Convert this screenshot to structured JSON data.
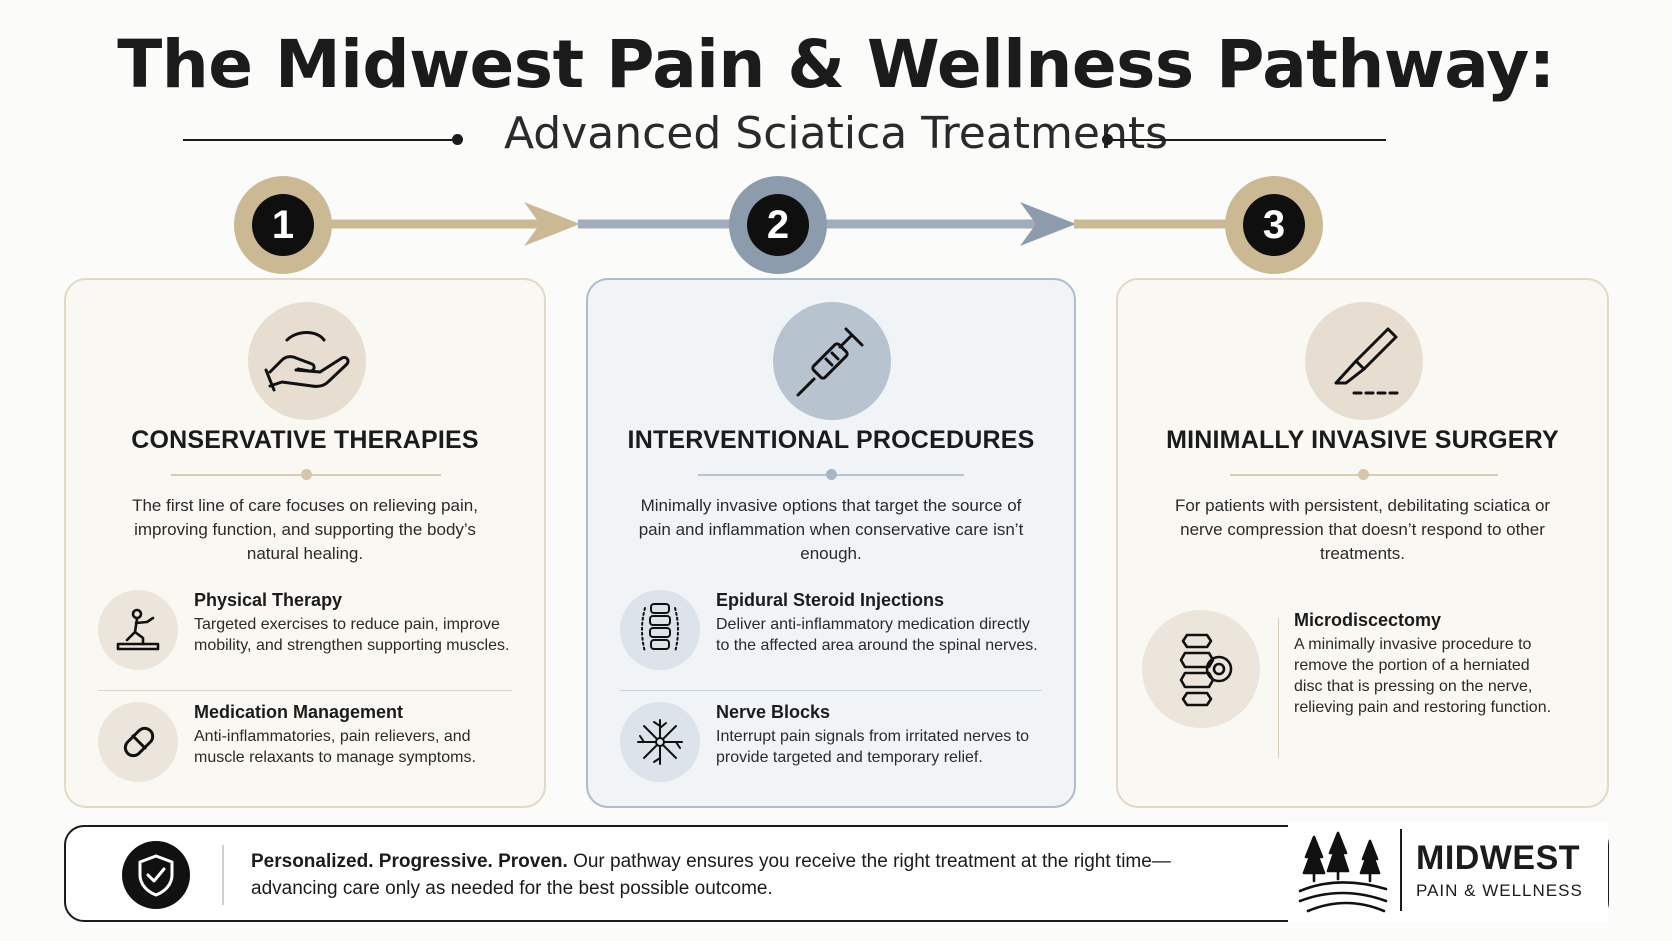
{
  "header": {
    "title": "The Midwest Pain & Wellness Pathway:",
    "subtitle": "Advanced Sciatica Treatments"
  },
  "colors": {
    "tan": "#cbb994",
    "slate": "#8c9cad",
    "dark": "#111111"
  },
  "steps": [
    {
      "number": "1",
      "icon": "open-hand-icon",
      "title": "CONSERVATIVE THERAPIES",
      "description": "The first line of care focuses on relieving pain, improving function, and supporting the body’s natural healing.",
      "items": [
        {
          "icon": "physical-therapy-icon",
          "title": "Physical Therapy",
          "text": "Targeted exercises to reduce pain, improve mobility, and strengthen supporting muscles."
        },
        {
          "icon": "pill-capsule-icon",
          "title": "Medication Management",
          "text": "Anti-inflammatories, pain relievers, and muscle relaxants to manage symptoms."
        }
      ]
    },
    {
      "number": "2",
      "icon": "syringe-icon",
      "title": "INTERVENTIONAL PROCEDURES",
      "description": "Minimally invasive options that target the source of pain and inflammation when conservative care isn’t enough.",
      "items": [
        {
          "icon": "spine-icon",
          "title": "Epidural Steroid Injections",
          "text": "Deliver anti-inflammatory medication directly to the affected area around the spinal nerves."
        },
        {
          "icon": "nerve-icon",
          "title": "Nerve Blocks",
          "text": "Interrupt pain signals from irritated nerves to provide targeted and temporary relief."
        }
      ]
    },
    {
      "number": "3",
      "icon": "scalpel-icon",
      "title": "MINIMALLY INVASIVE SURGERY",
      "description": "For patients with persistent, debilitating sciatica or nerve compression that doesn’t respond to other treatments.",
      "items": [
        {
          "icon": "spine-disc-icon",
          "title": "Microdiscectomy",
          "text": "A minimally invasive procedure to remove the portion of a herniated disc that is pressing on the nerve, relieving pain and restoring function."
        }
      ]
    }
  ],
  "banner": {
    "icon": "shield-check-icon",
    "bold": "Personalized. Progressive. Proven.",
    "text": " Our pathway ensures you receive the right treatment at the right time—advancing care only as needed for the best possible outcome."
  },
  "logo": {
    "icon": "pine-trees-hills-icon",
    "name": "MIDWEST",
    "tagline": "PAIN & WELLNESS"
  }
}
